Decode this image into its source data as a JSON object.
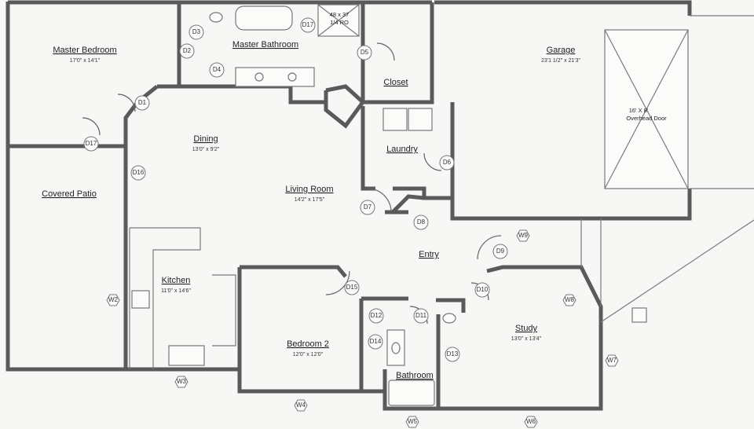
{
  "rooms": {
    "master_bedroom": {
      "name": "Master Bedroom",
      "dims": "17'0\" x 14'1\""
    },
    "master_bathroom": {
      "name": "Master Bathroom"
    },
    "closet": {
      "name": "Closet"
    },
    "garage": {
      "name": "Garage",
      "dims": "23'1 1/2\" x 21'3\""
    },
    "laundry": {
      "name": "Laundry"
    },
    "dining": {
      "name": "Dining",
      "dims": "13'0\" x 9'2\""
    },
    "living_room": {
      "name": "Living Room",
      "dims": "14'2\" x 17'5\""
    },
    "covered_patio": {
      "name": "Covered Patio"
    },
    "kitchen": {
      "name": "Kitchen",
      "dims": "11'0\" x 14'6\""
    },
    "entry": {
      "name": "Entry"
    },
    "bedroom_2": {
      "name": "Bedroom 2",
      "dims": "12'0\" x 12'0\""
    },
    "bathroom": {
      "name": "Bathroom"
    },
    "study": {
      "name": "Study",
      "dims": "13'0\" x 13'4\""
    }
  },
  "notes": {
    "shower_size": "48 x 37",
    "shower_ro": "1/4 RO",
    "overhead_door_size": "16' X 8'",
    "overhead_door_label": "Overhead Door"
  },
  "doors": {
    "D1": "D1",
    "D2": "D2",
    "D3": "D3",
    "D4": "D4",
    "D5": "D5",
    "D6": "D6",
    "D7": "D7",
    "D8": "D8",
    "D9": "D9",
    "D10": "D10",
    "D11": "D11",
    "D12": "D12",
    "D13": "D13",
    "D14": "D14",
    "D15": "D15",
    "D16": "D16",
    "D17a": "D17",
    "D17b": "D17"
  },
  "windows": {
    "W2": "W2",
    "W3": "W3",
    "W4": "W4",
    "W5": "W5",
    "W6": "W6",
    "W7": "W7",
    "W8": "W8",
    "W9": "W9"
  }
}
